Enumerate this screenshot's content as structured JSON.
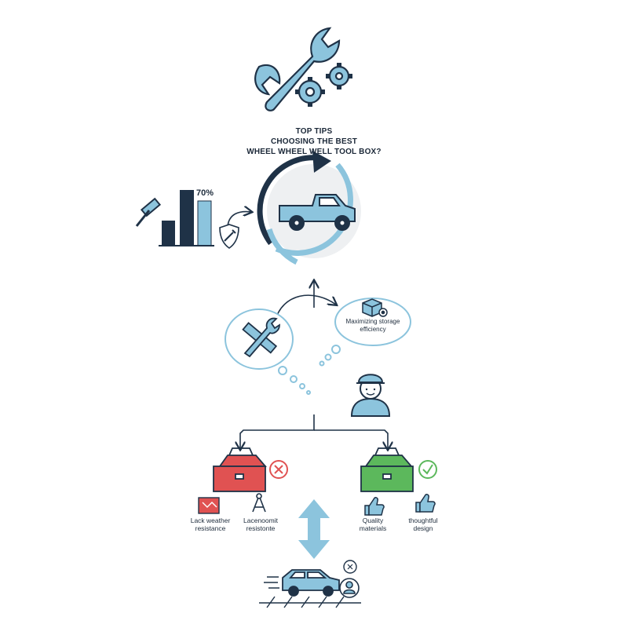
{
  "title": {
    "line1": "TOP TIPS",
    "line2": "CHOOSING THE BEST",
    "line3": "WHEEL WHEEL WELL TOOL BOX?"
  },
  "bar_chart": {
    "percent_label": "70%"
  },
  "thought_bubble": {
    "label": "Maximizing storage efficiency"
  },
  "bad_choice": {
    "label1": "Lack weather resistance",
    "label2": "Lacenoomit resistonte"
  },
  "good_choice": {
    "label1": "Quality materials",
    "label2": "thoughtful design"
  },
  "colors": {
    "accent_blue": "#8cc4dd",
    "navy": "#1f3247",
    "red": "#e05252",
    "green": "#5cb85c",
    "ring_grey": "#e9ecef"
  }
}
